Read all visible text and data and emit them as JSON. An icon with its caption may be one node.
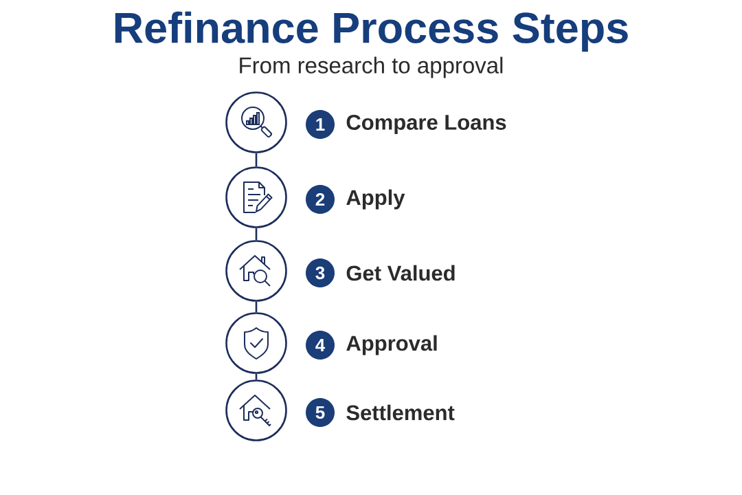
{
  "diagram": {
    "title": "Refinance Process Steps",
    "nodes": [
      {
        "text": [],
        "shape": "circle"
      },
      {
        "text": [
          "1"
        ],
        "beside": [
          "Compare Loans"
        ]
      },
      {
        "text": [],
        "shape": "circle"
      },
      {
        "text": [
          "2"
        ],
        "beside": [
          "Apply"
        ]
      },
      {
        "text": [],
        "shape": "circle"
      },
      {
        "text": [
          "3"
        ],
        "beside": [
          "Get Valued"
        ]
      },
      {
        "text": [],
        "shape": "circle"
      },
      {
        "text": [
          "4"
        ],
        "beside": [
          "Approval"
        ]
      },
      {
        "text": [],
        "shape": "circle"
      },
      {
        "text": [
          "5"
        ],
        "beside": [
          "Settlement"
        ]
      }
    ],
    "edges": [
      {
        "from": 0,
        "to": 2,
        "arrow": "none"
      },
      {
        "from": 2,
        "to": 4,
        "arrow": "none"
      },
      {
        "from": 4,
        "to": 6,
        "arrow": "none"
      },
      {
        "from": 6,
        "to": 8,
        "arrow": "none"
      }
    ],
    "labels": [
      "From research to approval"
    ]
  }
}
